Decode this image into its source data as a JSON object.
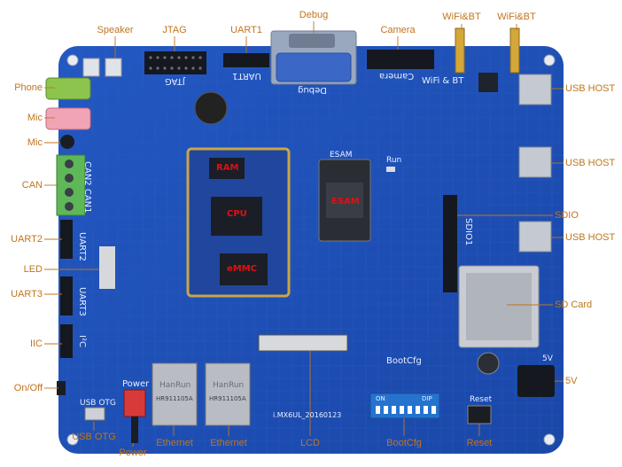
{
  "callouts": {
    "speaker": "Speaker",
    "jtag": "JTAG",
    "uart1": "UART1",
    "debug": "Debug",
    "camera": "Camera",
    "wifi1": "WiFi&BT",
    "wifi2": "WiFi&BT",
    "phone": "Phone",
    "mic1": "Mic",
    "mic2": "Mic",
    "can": "CAN",
    "uart2": "UART2",
    "led": "LED",
    "uart3": "UART3",
    "iic": "IIC",
    "onoff": "On/Off",
    "usb_otg": "USB OTG",
    "power": "Power",
    "ethernet1": "Ethernet",
    "ethernet2": "Ethernet",
    "lcd": "LCD",
    "bootcfg": "BootCfg",
    "reset": "Reset",
    "usb_host1": "USB HOST",
    "usb_host2": "USB HOST",
    "sdio": "SDIO",
    "usb_host3": "USB HOST",
    "sd_card": "SD Card",
    "v5": "5V"
  },
  "silkscreen": {
    "jtag": "JTAG",
    "uart1": "UART1",
    "debug": "Debug",
    "camera": "Camera",
    "wifi_bt": "WiFi & BT",
    "can": "CAN2 CAN1",
    "uart2": "UART2",
    "uart3": "UART3",
    "iic": "I²C",
    "sdio1": "SDIO1",
    "esam": "ESAM",
    "run": "Run",
    "bootcfg": "BootCfg",
    "power": "Power",
    "usb_otg": "USB OTG",
    "reset": "Reset",
    "v5": "5V",
    "board_name": "i.MX6UL_20160123",
    "hanrun1": "HanRun",
    "hanrun2": "HanRun",
    "hr1": "HR911105A",
    "hr2": "HR911105A",
    "on": "ON",
    "dip": "DIP"
  },
  "chips": {
    "ram": "RAM",
    "cpu": "CPU",
    "emmc": "eMMC",
    "esam_chip": "ESAM"
  },
  "colors": {
    "board": "#1d4fb5",
    "callout": "#c0751d"
  }
}
